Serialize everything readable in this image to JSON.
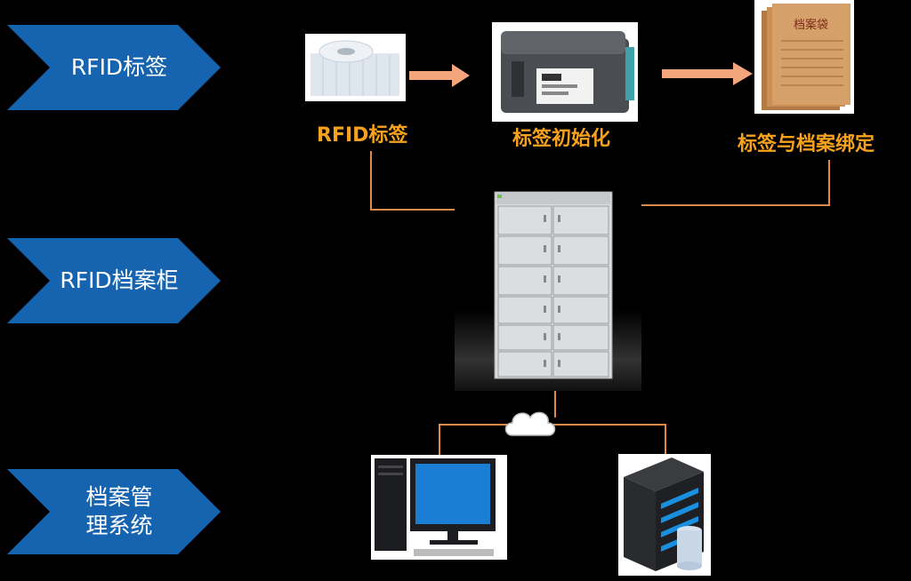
{
  "categories": [
    {
      "label": "RFID标签"
    },
    {
      "label": "RFID档案柜"
    },
    {
      "label": "档案管理系统"
    }
  ],
  "flow": {
    "step1_label": "RFID标签",
    "step2_label": "标签初始化",
    "step3_label": "标签与档案绑定"
  },
  "colors": {
    "chevron": "#1663b0",
    "accent": "#f6a21e",
    "connector": "#e08a4a",
    "arrow": "#f4a57c"
  },
  "icons": [
    "label-roll-icon",
    "printer-icon",
    "folder-icon",
    "cabinet-icon",
    "cloud-icon",
    "desktop-computer-icon",
    "server-icon"
  ]
}
